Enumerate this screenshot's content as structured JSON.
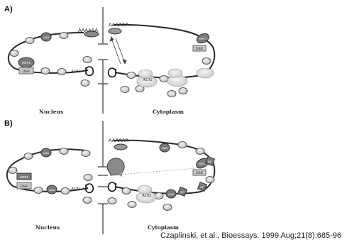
{
  "panels": [
    {
      "label": "A)",
      "compartments": {
        "left": "Nucleus",
        "right": "Cytoplasm"
      },
      "nucleus": {
        "poly_a": "AAAAAA",
        "protein": "HRP1",
        "element": "DSE",
        "codon": "AUG",
        "marker": "UAA"
      },
      "cytoplasm": {
        "poly_a": "AAAAAA",
        "protein": "HRP1",
        "element": "DSE",
        "codon": "AUG"
      }
    },
    {
      "label": "B)",
      "compartments": {
        "left": "Nucleus",
        "right": "Cytoplasm"
      },
      "nucleus": {
        "protein": "HRP1",
        "element": "DSE",
        "codon": "AUG",
        "marker": "UAA"
      },
      "cytoplasm": {
        "poly_a": "AAAAAA",
        "protein": "HRP1",
        "element": "DSE",
        "codon": "AUG",
        "marker": "UAA",
        "factor": "NF"
      }
    }
  ],
  "citation": "Czaplinski, et al., Bioessays. 1999 Aug;21(8):685-96",
  "colors": {
    "strand": "#2a2a2a",
    "bead_fill": "#dcdcdc",
    "bead_stroke": "#555555",
    "protein_dark": "#6e6e6e",
    "label_box": "#c8c8c8",
    "divider": "#444444",
    "background": "#ffffff"
  }
}
